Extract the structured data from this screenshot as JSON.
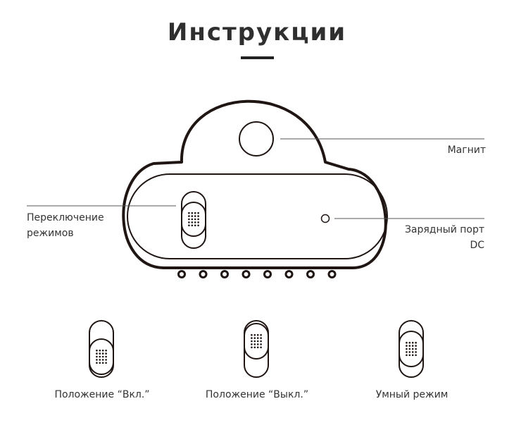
{
  "title": "Инструкции",
  "labels": {
    "magnet": "Магнит",
    "mode_switch": "Переключение режимов",
    "charging_port_line1": "Зарядный порт",
    "charging_port_line2": "DC"
  },
  "positions": [
    {
      "label": "Положение “Вкл.”",
      "knob": "bottom"
    },
    {
      "label": "Положение “Выкл.”",
      "knob": "top"
    },
    {
      "label": "Умный режим",
      "knob": "middle"
    }
  ],
  "colors": {
    "outline": "#1f1614",
    "text": "#333333",
    "leader_line": "#555555"
  }
}
